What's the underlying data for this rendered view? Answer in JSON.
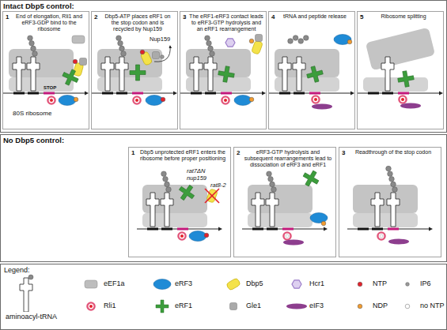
{
  "diagram": {
    "nodes": [
      {
        "text": [
          "Intact Dbp5 control:"
        ]
      },
      {
        "text": [
          "1",
          "End of elongation, Rli1 and eRF3-GDP bind to the ribosome"
        ],
        "in": 0
      },
      {
        "text": [
          "2",
          "Dbp5-ATP places eRF1 on the stop codon and is recycled by Nup159"
        ],
        "in": 0
      },
      {
        "text": [
          "3",
          "The eRF1-eRF3 contact leads to eRF3-GTP hydrolysis and an eRF1 rearrangement"
        ],
        "in": 0
      },
      {
        "text": [
          "4",
          "tRNA and peptide release"
        ],
        "in": 0
      },
      {
        "text": [
          "5",
          "Ribosome splitting"
        ],
        "in": 0
      },
      {
        "text": [
          "No Dbp5 control:"
        ]
      },
      {
        "text": [
          "1",
          "Dbp5 unprotected eRF1 enters the ribosome before proper positioning"
        ],
        "in": 6
      },
      {
        "text": [
          "2",
          "eRF3-GTP hydrolysis and subsequent rearrangements lead to dissociation of eRF3 and eRF1"
        ],
        "in": 6
      },
      {
        "text": [
          "3",
          "Readthrough of the stop codon"
        ],
        "in": 6
      },
      {
        "text": [
          "Legend:"
        ]
      }
    ],
    "labels": [
      "STOP",
      "80S ribosome",
      "Nup159",
      "rat7ΔN",
      "nup159",
      "rat8-2"
    ],
    "legend": [
      {
        "text": "aminoacyl-tRNA"
      },
      {
        "text": "eEF1a"
      },
      {
        "text": "eRF3"
      },
      {
        "text": "Dbp5"
      },
      {
        "text": "Hcr1"
      },
      {
        "text": "NTP"
      },
      {
        "text": "IP6"
      },
      {
        "text": "Rli1"
      },
      {
        "text": "eRF1"
      },
      {
        "text": "Gle1"
      },
      {
        "text": "eIF3"
      },
      {
        "text": "NDP"
      },
      {
        "text": "no NTP"
      }
    ]
  }
}
